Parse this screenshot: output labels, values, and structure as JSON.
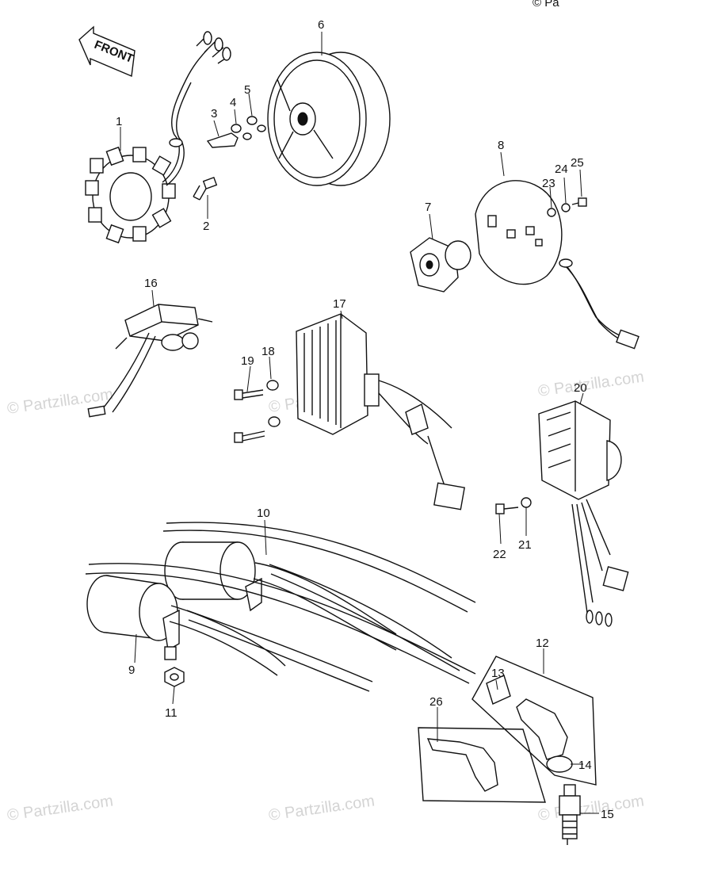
{
  "front_arrow_label": "FRONT",
  "corner_text": "© Pa",
  "watermark": "© Partzilla.com",
  "callouts": [
    "1",
    "2",
    "3",
    "4",
    "5",
    "6",
    "7",
    "8",
    "9",
    "10",
    "11",
    "12",
    "13",
    "14",
    "15",
    "16",
    "17",
    "18",
    "19",
    "20",
    "21",
    "22",
    "23",
    "24",
    "25",
    "26"
  ],
  "colors": {
    "line": "#111111",
    "background": "#ffffff",
    "watermark": "#d4d4d4"
  }
}
